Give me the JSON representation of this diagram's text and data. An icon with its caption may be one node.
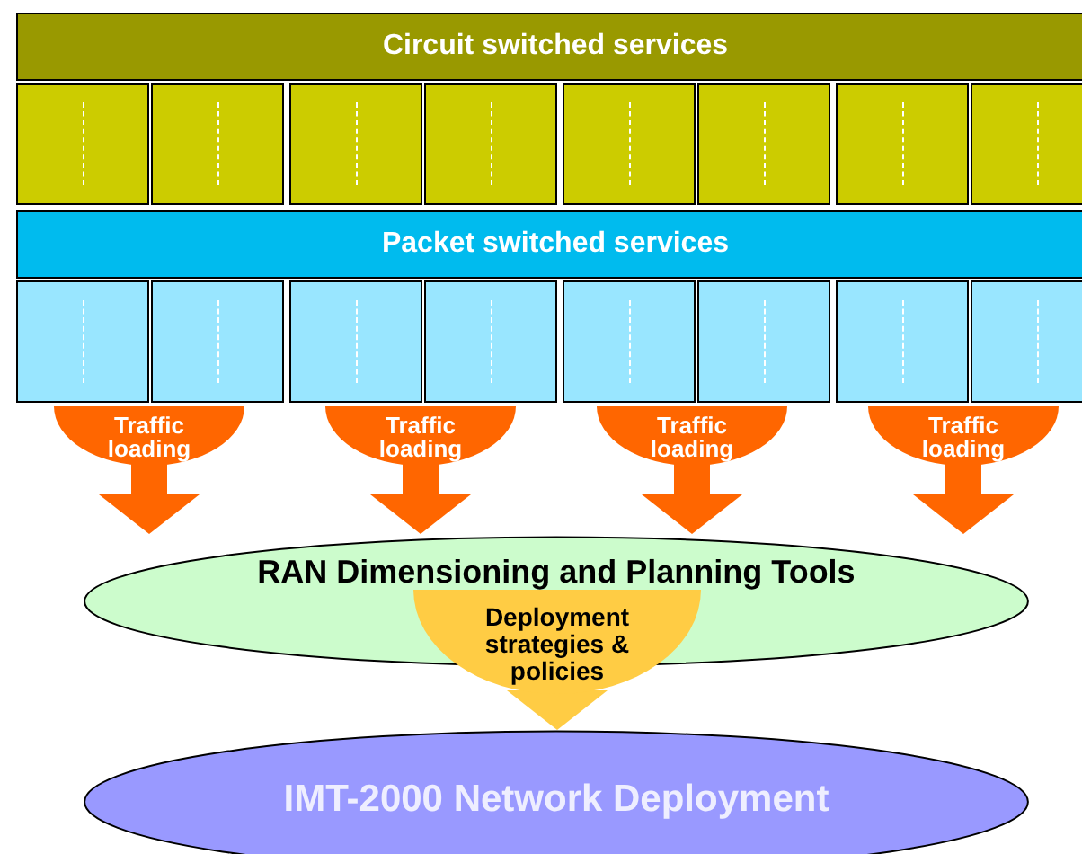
{
  "diagram": {
    "nodes": [
      {
        "text": [
          "Circuit switched services"
        ]
      },
      {
        "text": [],
        "shape": "box"
      },
      {
        "text": [],
        "shape": "box"
      },
      {
        "text": [],
        "shape": "box"
      },
      {
        "text": [],
        "shape": "box"
      },
      {
        "text": [],
        "shape": "box"
      },
      {
        "text": [],
        "shape": "box"
      },
      {
        "text": [],
        "shape": "box"
      },
      {
        "text": [],
        "shape": "box"
      },
      {
        "text": [
          "Packet switched services"
        ]
      },
      {
        "text": [],
        "shape": "box"
      },
      {
        "text": [],
        "shape": "box"
      },
      {
        "text": [],
        "shape": "box"
      },
      {
        "text": [],
        "shape": "box"
      },
      {
        "text": [],
        "shape": "box"
      },
      {
        "text": [],
        "shape": "box"
      },
      {
        "text": [],
        "shape": "box"
      },
      {
        "text": [],
        "shape": "box"
      },
      {
        "text": [
          "Traffic loading"
        ]
      },
      {
        "text": [
          "Traffic loading"
        ]
      },
      {
        "text": [
          "Traffic loading"
        ]
      },
      {
        "text": [
          "Traffic loading"
        ]
      },
      {
        "text": [
          "RAN Dimensioning and Planning Tools"
        ]
      },
      {
        "text": [
          "Deployment strategies & policies"
        ]
      },
      {
        "text": [
          "IMT-2000 Network Deployment"
        ]
      }
    ],
    "edges": [
      {
        "from": 18,
        "to": 22,
        "arrow": "to"
      },
      {
        "from": 19,
        "to": 22,
        "arrow": "to"
      },
      {
        "from": 20,
        "to": 22,
        "arrow": "to"
      },
      {
        "from": 21,
        "to": 22,
        "arrow": "to"
      },
      {
        "from": 23,
        "to": 24,
        "arrow": "to",
        "color": "#ffcc44"
      }
    ]
  }
}
